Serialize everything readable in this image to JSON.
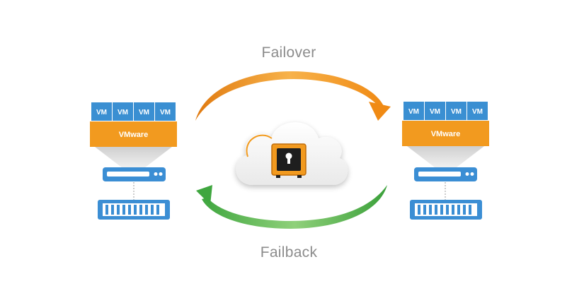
{
  "labels": {
    "failover": "Failover",
    "failback": "Failback"
  },
  "sites": [
    {
      "vms": [
        "VM",
        "VM",
        "VM",
        "VM"
      ],
      "hypervisor": "VMware"
    },
    {
      "vms": [
        "VM",
        "VM",
        "VM",
        "VM"
      ],
      "hypervisor": "VMware"
    }
  ],
  "colors": {
    "vm_box": "#3a8fd2",
    "hypervisor_bar": "#f29a1f",
    "failover_arrow": "#f0921c",
    "failback_arrow": "#4caf50",
    "server": "#3b8ed4",
    "label_text": "#8c8c8c",
    "vault": "#f29a1f"
  },
  "icons": {
    "cloud": "cloud-icon",
    "vault": "vault-lock-icon",
    "server": "server-icon",
    "storage": "storage-array-icon"
  }
}
